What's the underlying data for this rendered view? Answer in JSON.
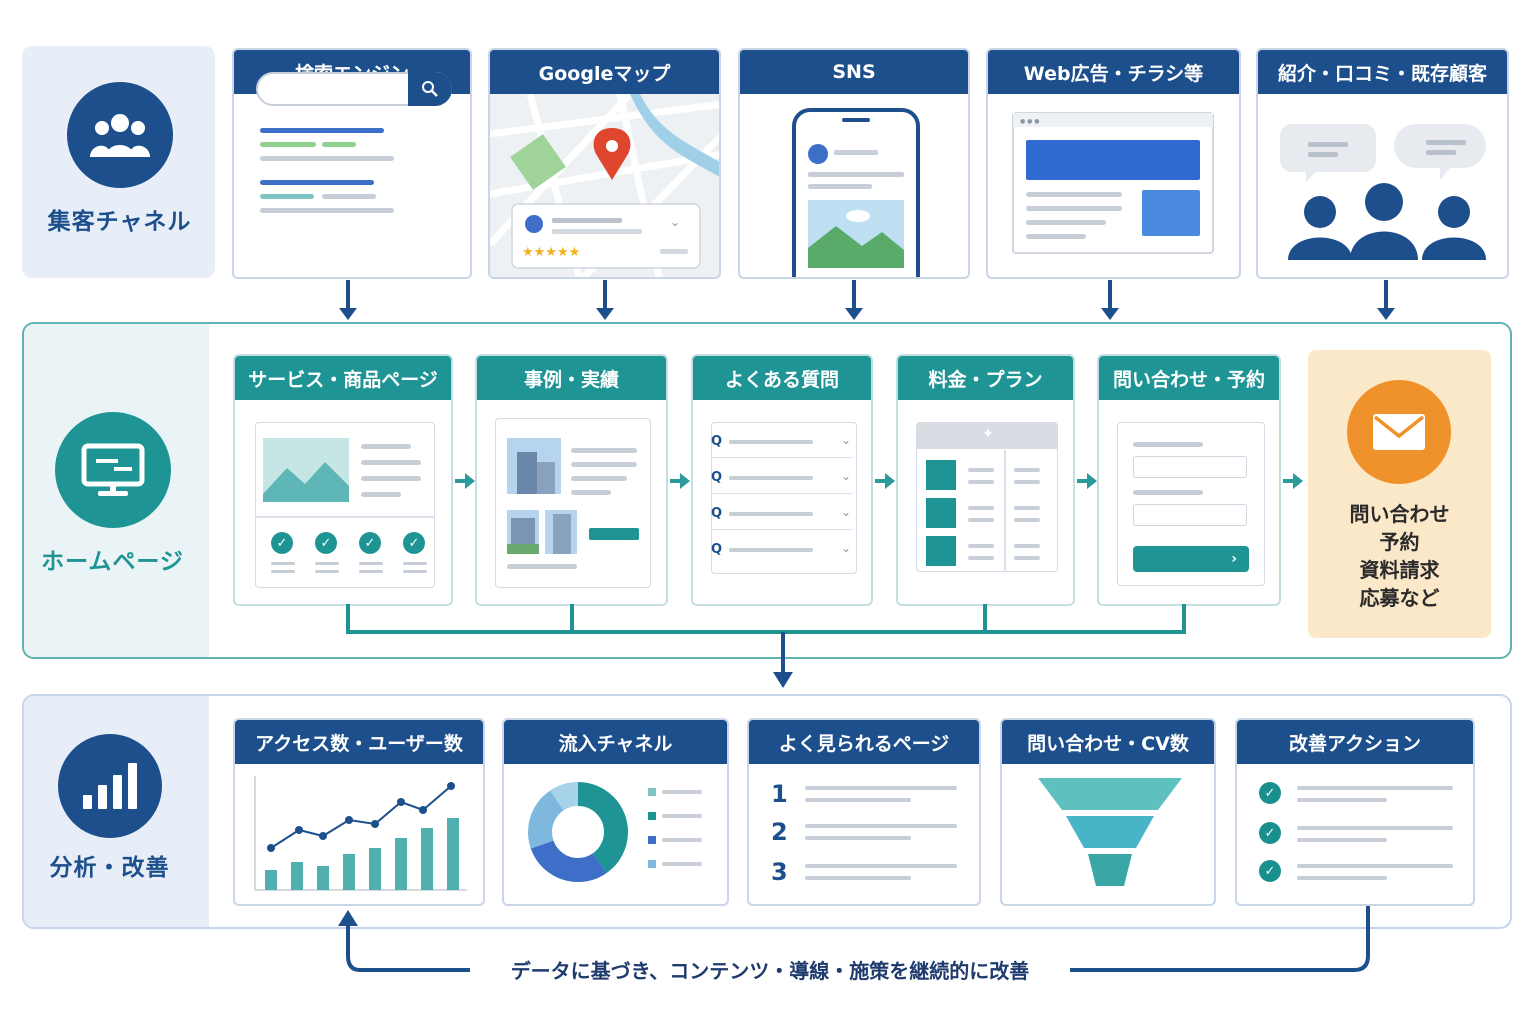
{
  "channels": {
    "title": "集客チャネル",
    "icon": "people-icon",
    "items": [
      {
        "label": "検索エンジン",
        "icon": "search-engine-icon"
      },
      {
        "label": "Googleマップ",
        "icon": "map-pin-icon"
      },
      {
        "label": "SNS",
        "icon": "smartphone-icon"
      },
      {
        "label": "Web広告・チラシ等",
        "icon": "web-ad-icon"
      },
      {
        "label": "紹介・口コミ・既存顧客",
        "icon": "referral-people-icon"
      }
    ]
  },
  "homepage": {
    "title": "ホームページ",
    "icon": "monitor-icon",
    "pages": [
      {
        "label": "サービス・商品ページ"
      },
      {
        "label": "事例・実績"
      },
      {
        "label": "よくある質問",
        "faq_marker": "Q"
      },
      {
        "label": "料金・プラン"
      },
      {
        "label": "問い合わせ・予約"
      }
    ],
    "conversion": {
      "icon": "mail-icon",
      "lines": [
        "問い合わせ",
        "予約",
        "資料請求",
        "応募など"
      ]
    }
  },
  "analysis": {
    "title": "分析・改善",
    "icon": "bar-chart-icon",
    "items": [
      {
        "label": "アクセス数・ユーザー数"
      },
      {
        "label": "流入チャネル"
      },
      {
        "label": "よく見られるページ",
        "ranks": [
          "1",
          "2",
          "3"
        ]
      },
      {
        "label": "問い合わせ・CV数"
      },
      {
        "label": "改善アクション"
      }
    ]
  },
  "footer": {
    "text": "データに基づき、コンテンツ・導線・施策を継続的に改善"
  },
  "colors": {
    "navy": "#1d4f8c",
    "teal": "#1f9494",
    "orange": "#f0922b",
    "light_blue_panel": "#e8eef7"
  }
}
